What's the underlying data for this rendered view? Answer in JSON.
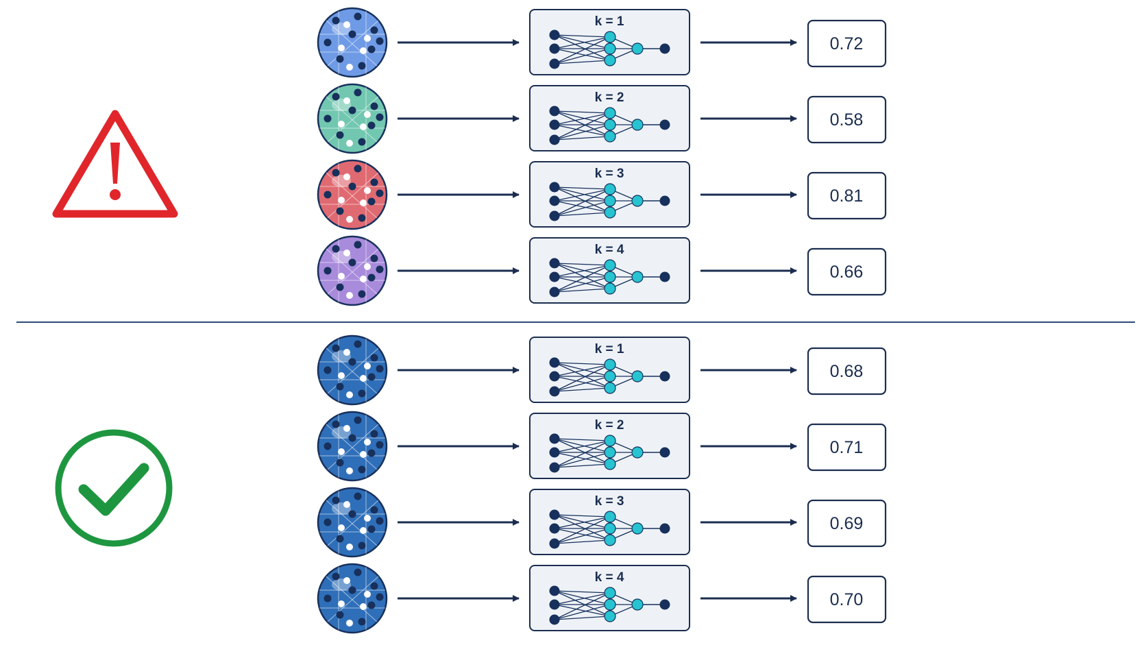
{
  "groups": [
    {
      "status": "warning",
      "status_icon": "warning-triangle-icon",
      "status_color": "#e0262b",
      "rows": [
        {
          "k_label": "k = 1",
          "score": "0.72",
          "sphere_color": "#6f9be6"
        },
        {
          "k_label": "k = 2",
          "score": "0.58",
          "sphere_color": "#72c7b0"
        },
        {
          "k_label": "k = 3",
          "score": "0.81",
          "sphere_color": "#e06a72"
        },
        {
          "k_label": "k = 4",
          "score": "0.66",
          "sphere_color": "#a98bdc"
        }
      ]
    },
    {
      "status": "ok",
      "status_icon": "check-circle-icon",
      "status_color": "#1e9640",
      "rows": [
        {
          "k_label": "k = 1",
          "score": "0.68",
          "sphere_color": "#2f6fb9"
        },
        {
          "k_label": "k = 2",
          "score": "0.71",
          "sphere_color": "#2f6fb9"
        },
        {
          "k_label": "k = 3",
          "score": "0.69",
          "sphere_color": "#2f6fb9"
        },
        {
          "k_label": "k = 4",
          "score": "0.70",
          "sphere_color": "#2f6fb9"
        }
      ]
    }
  ],
  "colors": {
    "ink": "#1b2d4f",
    "node_dark": "#17305c",
    "node_cyan": "#27c3d0",
    "panel_fill": "#eef2f7",
    "divider": "#2c4a78"
  }
}
